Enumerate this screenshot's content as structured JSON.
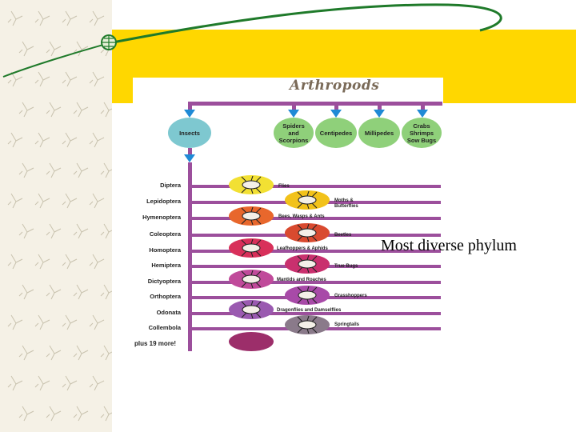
{
  "slide": {
    "caption": "Most diverse phylum",
    "colors": {
      "banner": "#ffd700",
      "swoosh": "#1f7a2a",
      "bar": "#9c4f9c",
      "arrow": "#1f8ad6"
    }
  },
  "diagram": {
    "title": "Arthropods",
    "groups": [
      {
        "label": "Insects",
        "color": "#7ec8d0"
      },
      {
        "label": "Spiders\nand\nScorpions",
        "color": "#8fd07a"
      },
      {
        "label": "Centipedes",
        "color": "#8fd07a"
      },
      {
        "label": "Millipedes",
        "color": "#8fd07a"
      },
      {
        "label": "Crabs\nShrimps\nSow Bugs",
        "color": "#8fd07a"
      }
    ],
    "orders": [
      "Diptera",
      "Lepidoptera",
      "Hymenoptera",
      "Coleoptera",
      "Homoptera",
      "Hemiptera",
      "Dictyoptera",
      "Orthoptera",
      "Odonata",
      "Collembola"
    ],
    "more_label": "plus 19 more!",
    "common_names": [
      "Flies",
      "Moths &\nButterflies",
      "Bees, Wasps & Ants",
      "Beetles",
      "Leafhoppers & Aphids",
      "True Bugs",
      "Mantids and Roaches",
      "Grasshoppers",
      "Dragonflies and Damselflies",
      "Springtails"
    ],
    "blob_colors": [
      "#f2e033",
      "#f2c21a",
      "#e8672c",
      "#d94a2f",
      "#d8305a",
      "#c9306e",
      "#c04a9a",
      "#a84aa8",
      "#9a5ab0",
      "#8a7a8a",
      "#9c2e6a"
    ]
  }
}
